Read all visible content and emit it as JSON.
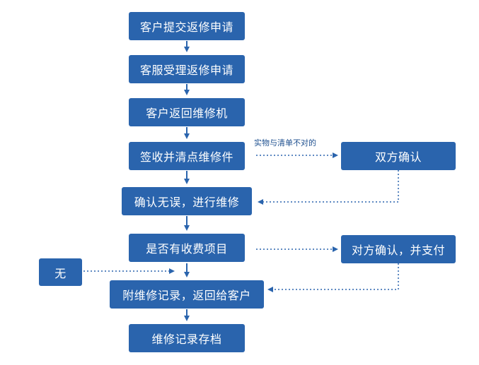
{
  "steps": {
    "submit": "客户提交返修申请",
    "accept": "客服受理返修申请",
    "return": "客户返回维修机",
    "sign": "签收并清点维修件",
    "confirm_repair": "确认无误，进行维修",
    "charge_check": "是否有收费项目",
    "attach": "附维修记录，返回给客户",
    "archive": "维修记录存档"
  },
  "side": {
    "mutual_confirm": "双方确认",
    "confirm_pay": "对方确认，并支付",
    "none": "无"
  },
  "notes": {
    "mismatch": "实物与清单不对的"
  },
  "colors": {
    "box": "#2a64ad",
    "arrow": "#2a64ad",
    "text": "#ffffff"
  }
}
